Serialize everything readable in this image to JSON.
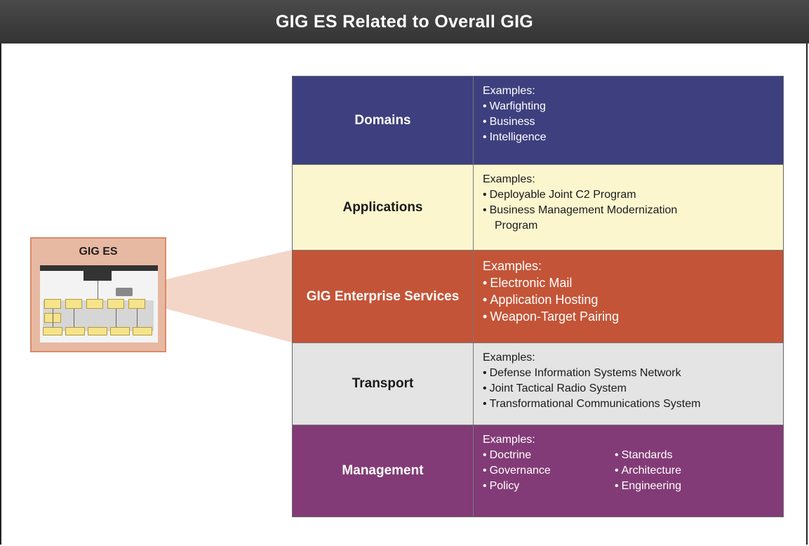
{
  "title": "GIG ES Related to Overall GIG",
  "thumbnail": {
    "label": "GIG ES"
  },
  "colors": {
    "domains": "#3e3f7e",
    "applications": "#fcf6cf",
    "services": "#c45437",
    "transport": "#e4e4e4",
    "management": "#823b76",
    "thumbnail": "#e8b9a2"
  },
  "layers": [
    {
      "name": "Domains",
      "examples_label": "Examples:",
      "items": [
        "Warfighting",
        "Business",
        "Intelligence"
      ]
    },
    {
      "name": "Applications",
      "examples_label": "Examples:",
      "items": [
        "Deployable Joint C2 Program",
        "Business Management Modernization"
      ],
      "continuation": "Program"
    },
    {
      "name": "GIG Enterprise Services",
      "examples_label": "Examples:",
      "items": [
        "Electronic Mail",
        "Application Hosting",
        "Weapon-Target Pairing"
      ]
    },
    {
      "name": "Transport",
      "examples_label": "Examples:",
      "items": [
        "Defense Information Systems Network",
        "Joint Tactical Radio System",
        "Transformational Communications System"
      ]
    },
    {
      "name": "Management",
      "examples_label": "Examples:",
      "items_left": [
        "Doctrine",
        "Governance",
        "Policy"
      ],
      "items_right": [
        "Standards",
        "Architecture",
        "Engineering"
      ]
    }
  ],
  "bullet": "•"
}
